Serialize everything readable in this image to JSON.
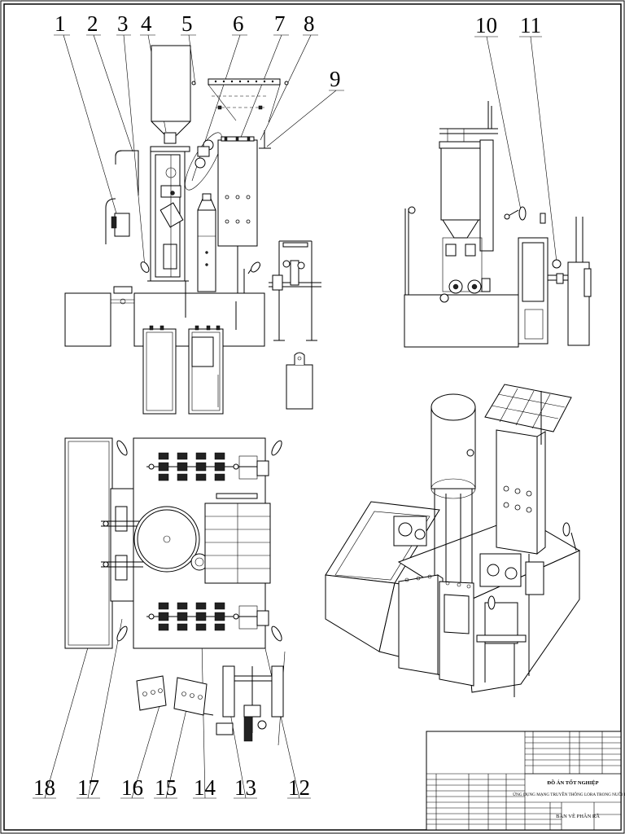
{
  "callouts": {
    "c1": "1",
    "c2": "2",
    "c3": "3",
    "c4": "4",
    "c5": "5",
    "c6": "6",
    "c7": "7",
    "c8": "8",
    "c9": "9",
    "c10": "10",
    "c11": "11",
    "c12": "12",
    "c13": "13",
    "c14": "14",
    "c15": "15",
    "c16": "16",
    "c17": "17",
    "c18": "18"
  },
  "title_block": {
    "project_title": "ĐỒ ÁN TỐT NGHIỆP",
    "subject": "ỨNG DỤNG MẠNG TRUYỀN THÔNG LORA TRONG NUÔI TÔM",
    "drawing_name": "BẢN VẼ PHÂN RÃ"
  },
  "colors": {
    "line": "#000000",
    "background": "#ffffff"
  }
}
